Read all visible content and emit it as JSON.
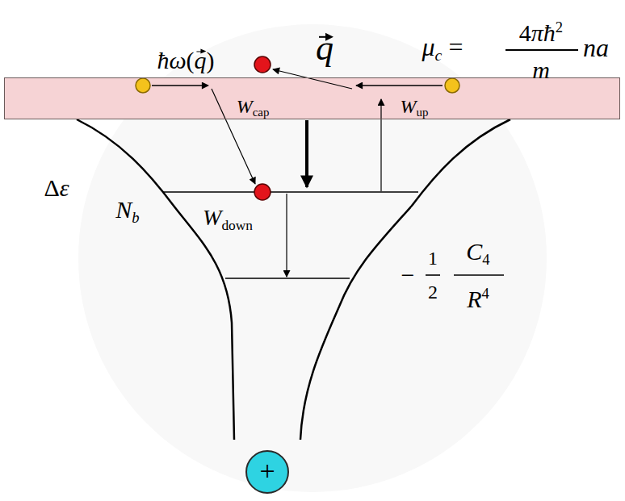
{
  "diagram": {
    "nodes": [
      {
        "text": [
          "Wcap",
          "Wup"
        ]
      },
      {
        "text": [
          "+"
        ]
      }
    ],
    "labels": [
      "ħω(q)",
      "q",
      "μc =",
      "4πħ2",
      "m",
      "na",
      "Δε",
      "Nb",
      "Wdown",
      "−",
      "1",
      "2",
      "C4",
      "R4"
    ]
  }
}
